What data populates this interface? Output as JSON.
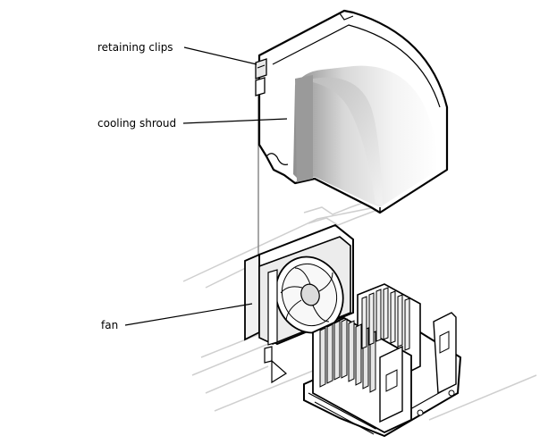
{
  "callouts": {
    "retaining_clips": "retaining clips",
    "cooling_shroud": "cooling shroud",
    "fan": "fan"
  },
  "colors": {
    "ink": "#000000",
    "shade_light": "#e6e6e6",
    "shade_mid": "#c8c8c8",
    "shade_dark": "#9a9a9a",
    "ghost_lines": "#cfcfcf"
  }
}
